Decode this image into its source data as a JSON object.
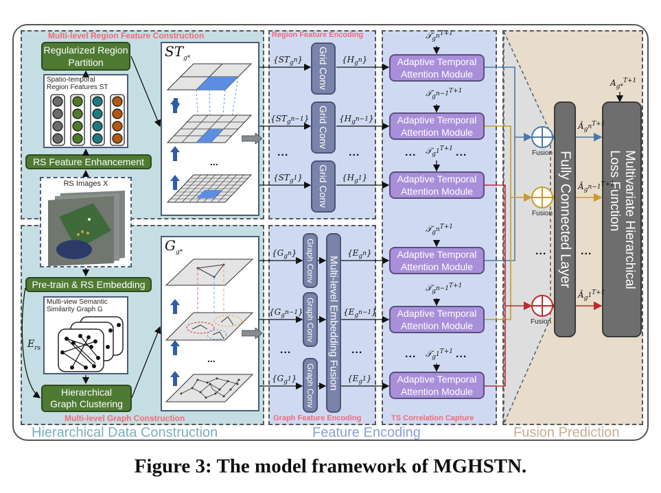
{
  "caption": "Figure 3: The model framework of MGHSTN.",
  "sections": {
    "hierarchical_data_construction": "Hierarchical Data Construction",
    "feature_encoding": "Feature Encoding",
    "fusion_prediction": "Fusion Prediction"
  },
  "subsections": {
    "multi_level_region": "Multi-level Region Feature Construction",
    "multi_level_graph": "Multi-level Graph Construction",
    "region_feature_encoding": "Region Feature Encoding",
    "graph_feature_encoding": "Graph Feature Encoding",
    "ts_correlation": "TS Correlation Capture"
  },
  "data_construction": {
    "regularized_partition": "Regularized Region Partition",
    "st_features_title_line1": "Spatio-temporal",
    "st_features_title_line2": "Region Features ST",
    "rs_feature_enhancement": "RS Feature Enhancement",
    "rs_images": "RS Images X",
    "pretrain_embedding": "Pre-train & RS Embedding",
    "semantic_graph_line1": "Multi-view Semantic",
    "semantic_graph_line2": "Similarity Graph G",
    "e_rs": "E",
    "e_rs_sub": "rs",
    "hier_clustering_line1": "Hierarchical",
    "hier_clustering_line2": "Graph Clustering",
    "st_panel_label": "ST",
    "st_panel_sub": "g*",
    "g_panel_label": "G",
    "g_panel_sub": "g*",
    "feature_column_colors": [
      "#6b6b6b",
      "#4f7a2a",
      "#1e7a80",
      "#b05a10"
    ]
  },
  "region_encoding": {
    "conv_label": "Grid Conv",
    "inputs": [
      "{ST_g^n}",
      "{ST_g^n-1}",
      "{ST_g^1}"
    ],
    "outputs": [
      "{H_g^n}",
      "{H_g^n-1}",
      "{H_g^1}"
    ],
    "ellipsis": "..."
  },
  "graph_encoding": {
    "conv_label": "Graph Conv",
    "fusion_label": "Multi-level Embedding Fusion",
    "inputs": [
      "{G_g^n}",
      "{G_g^n-1}",
      "{G_g^1}"
    ],
    "outputs": [
      "{E_g^n}",
      "{E_g^n-1}",
      "{E_g^1}"
    ],
    "ellipsis": "..."
  },
  "ts_capture": {
    "module_line1": "Adaptive Temporal",
    "module_line2": "Attention Module",
    "temporal_inputs": [
      "T_g^n T+1",
      "T_g^n-1 T+1",
      "T_g^1 T+1"
    ],
    "ellipsis": "..."
  },
  "fusion_prediction": {
    "fusion_label": "Fusion",
    "fc_layer": "Fully Connected Layer",
    "loss_line1": "Multivariate Hierarchical",
    "loss_line2": "Loss Function",
    "ground_truth": "A_g* T+1",
    "predictions": [
      "Â_g^n T+1",
      "Â_g^n-1 T+1",
      "Â_g^1 T+1"
    ],
    "ellipsis": "...",
    "line_colors": {
      "level_n": "#4a78a8",
      "level_n_minus_1": "#c99a2a",
      "level_1": "#c0282e"
    }
  },
  "colors": {
    "data_construction_bg": "#c5dee3",
    "feature_encoding_bg": "#cfdaf2",
    "fusion_bg": "#e8dccb",
    "fusion_wedge": "#dedede",
    "green_box": "#4f7a34",
    "atm_box": "#a98fd9",
    "conv_box": "#7a84aa",
    "dark_bar": "#6e6e6e",
    "sub_label": "#f06a78",
    "sec_label_data": "#7aaec0",
    "sec_label_feature": "#8aa0d6",
    "sec_label_fusion": "#c9ac90"
  }
}
